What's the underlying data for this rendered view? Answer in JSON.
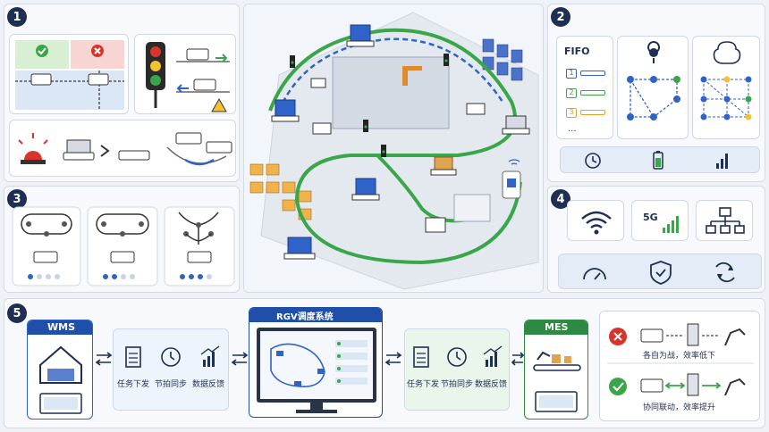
{
  "section_numbers": [
    "1",
    "2",
    "3",
    "4",
    "5"
  ],
  "section2": {
    "fifo_label": "FIFO",
    "fifo_items": [
      "1",
      "2",
      "3",
      "..."
    ]
  },
  "section4": {
    "signal_label": "5G"
  },
  "section5": {
    "wms_label": "WMS",
    "mes_label": "MES",
    "center_label": "RGV调度系统",
    "left_flow": [
      "任务下发",
      "节拍同步",
      "数据反馈"
    ],
    "right_flow": [
      "任务下发",
      "节拍同步",
      "数据反馈"
    ],
    "compare_bad": "各自为战，效率低下",
    "compare_good": "协同联动，效率提升"
  },
  "colors": {
    "navy": "#1e2f52",
    "green": "#3aa64a",
    "red": "#d9342b",
    "blue": "#2f63c8",
    "yellow": "#f2c230"
  }
}
